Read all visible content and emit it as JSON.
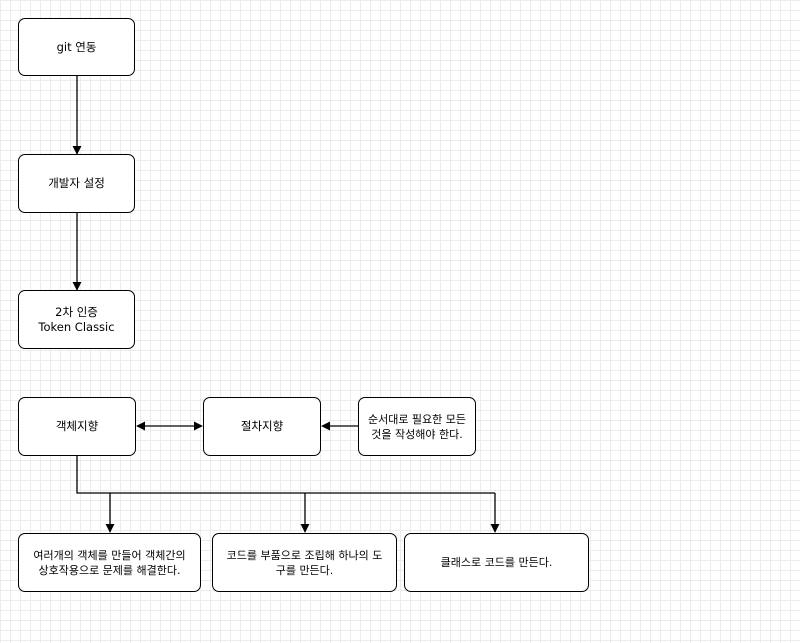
{
  "nodes": {
    "git": {
      "label": "git 연동"
    },
    "developer_settings": {
      "label": "개발자 설정"
    },
    "two_factor": {
      "line1": "2차 인증",
      "line2": "Token Classic"
    },
    "oop": {
      "label": "객체지향"
    },
    "procedural": {
      "label": "절차지향"
    },
    "procedural_desc": {
      "line1": "순서대로 필요한 모든",
      "line2": "것을 작성해야 한다."
    },
    "oop_desc1": {
      "line1": "여러개의 객체를 만들어 객체간의",
      "line2": "상호작용으로 문제를 해결한다."
    },
    "oop_desc2": {
      "line1": "코드를 부품으로 조립해 하나의 도",
      "line2": "구를 만든다."
    },
    "oop_desc3": {
      "label": "클래스로 코드를 만든다."
    }
  }
}
